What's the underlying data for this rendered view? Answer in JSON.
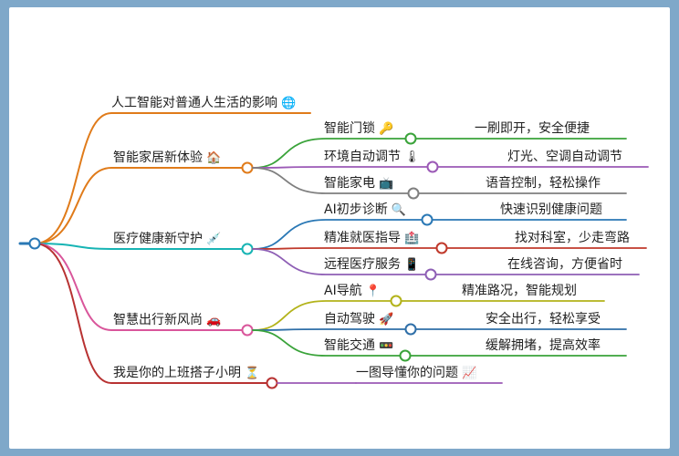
{
  "mindmap": {
    "root": {
      "title": "人工智能对普通人生活的影响",
      "icon": "globe-icon",
      "icon_glyph": "🌐"
    },
    "branches": [
      {
        "id": "home",
        "label": "智能家居新体验",
        "icon": "house-icon",
        "icon_glyph": "🏠",
        "color": "#e07b1a",
        "children": [
          {
            "label": "智能门锁",
            "icon": "key-icon",
            "icon_glyph": "🔑",
            "desc": "一刷即开，安全便捷",
            "color": "#3aa33a"
          },
          {
            "label": "环境自动调节",
            "icon": "thermometer-icon",
            "icon_glyph": "🌡",
            "desc": "灯光、空调自动调节",
            "color": "#9b59b6"
          },
          {
            "label": "智能家电",
            "icon": "tv-icon",
            "icon_glyph": "📺",
            "desc": "语音控制，轻松操作",
            "color": "#7f7f7f"
          }
        ]
      },
      {
        "id": "health",
        "label": "医疗健康新守护",
        "icon": "syringe-icon",
        "icon_glyph": "💉",
        "color": "#17b4b4",
        "children": [
          {
            "label": "AI初步诊断",
            "icon": "magnifier-icon",
            "icon_glyph": "🔍",
            "desc": "快速识别健康问题",
            "color": "#2a78b5"
          },
          {
            "label": "精准就医指导",
            "icon": "hospital-icon",
            "icon_glyph": "🏥",
            "desc": "找对科室，少走弯路",
            "color": "#c0392b"
          },
          {
            "label": "远程医疗服务",
            "icon": "phone-icon",
            "icon_glyph": "📱",
            "desc": "在线咨询，方便省时",
            "color": "#8e5fb5"
          }
        ]
      },
      {
        "id": "travel",
        "label": "智慧出行新风尚",
        "icon": "car-icon",
        "icon_glyph": "🚗",
        "color": "#d9569b",
        "children": [
          {
            "label": "AI导航",
            "icon": "pin-icon",
            "icon_glyph": "📍",
            "desc": "精准路况，智能规划",
            "color": "#b3b31a"
          },
          {
            "label": "自动驾驶",
            "icon": "rocket-icon",
            "icon_glyph": "🚀",
            "desc": "安全出行，轻松享受",
            "color": "#2f6fa8"
          },
          {
            "label": "智能交通",
            "icon": "traffic-light-icon",
            "icon_glyph": "🚥",
            "desc": "缓解拥堵，提高效率",
            "color": "#3aa33a"
          }
        ]
      },
      {
        "id": "partner",
        "label": "我是你的上班搭子小明",
        "icon": "hourglass-icon",
        "icon_glyph": "⏳",
        "color": "#b83232",
        "children": [
          {
            "label": "一图导懂你的问题",
            "icon": "chart-icon",
            "icon_glyph": "📈",
            "desc": "",
            "color": "#9b59b6"
          }
        ]
      }
    ],
    "root_line_color": "#2a78b5"
  }
}
